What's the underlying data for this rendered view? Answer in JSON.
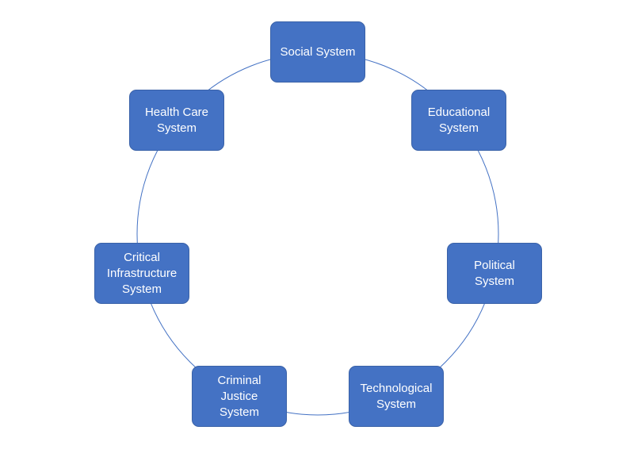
{
  "diagram": {
    "type": "cycle",
    "colors": {
      "node_fill": "#4472c4",
      "node_text": "#ffffff",
      "connector": "#4472c4"
    },
    "nodes": [
      {
        "id": "social",
        "label": "Social System"
      },
      {
        "id": "educational",
        "label": "Educational\nSystem"
      },
      {
        "id": "political",
        "label": "Political\nSystem"
      },
      {
        "id": "technological",
        "label": "Technological\nSystem"
      },
      {
        "id": "criminal-justice",
        "label": "Criminal\nJustice\nSystem"
      },
      {
        "id": "critical-infrastructure",
        "label": "Critical\nInfrastructure\nSystem"
      },
      {
        "id": "health-care",
        "label": "Health Care\nSystem"
      }
    ]
  }
}
